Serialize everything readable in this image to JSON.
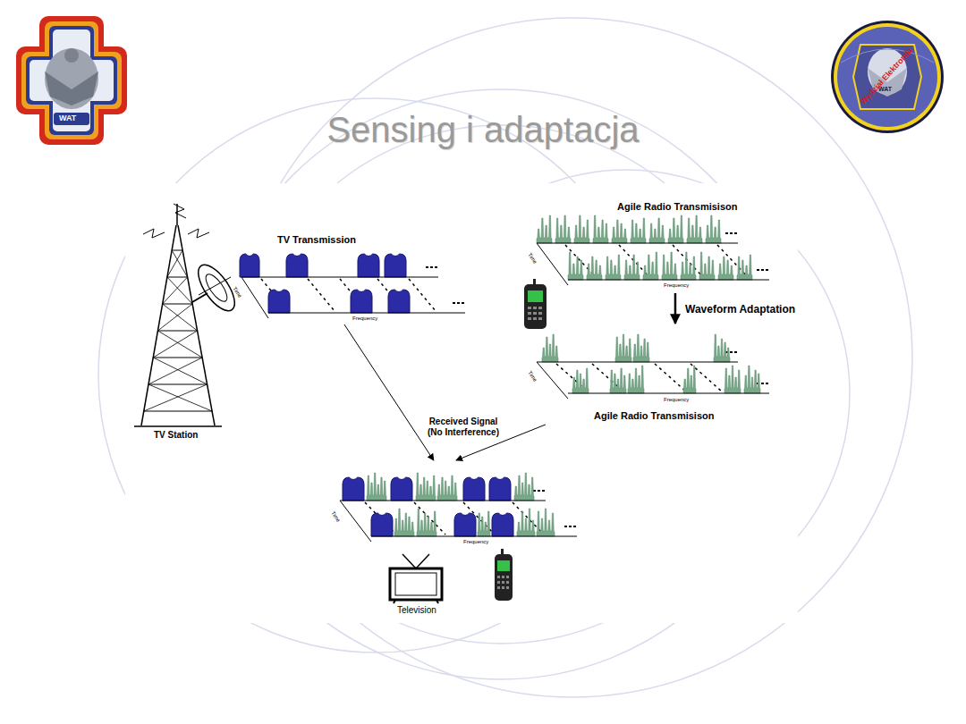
{
  "diagram": {
    "title": "Sensing i adaptacja",
    "nodes": [
      {
        "text": [
          "TV Transmission",
          "Time",
          "Frequency"
        ]
      },
      {
        "text": [
          "Agile Radio Transmisison",
          "Time",
          "Frequency"
        ]
      },
      {
        "text": [
          "Time",
          "Frequency",
          "Agile Radio Transmisison"
        ]
      },
      {
        "text": [
          "Time",
          "Frequency"
        ]
      }
    ],
    "edges": [
      {
        "from": 1,
        "to": 2,
        "arrow": "to",
        "label": "Waveform Adaptation"
      },
      {
        "from": 0,
        "to": 3,
        "arrow": "to",
        "label": "Received Signal (No Interference)"
      },
      {
        "from": 2,
        "to": 3,
        "arrow": "to"
      }
    ],
    "labels": [
      "WAT",
      "WAT",
      "Wydział Elektroniki",
      "TV Station",
      "Television"
    ]
  }
}
